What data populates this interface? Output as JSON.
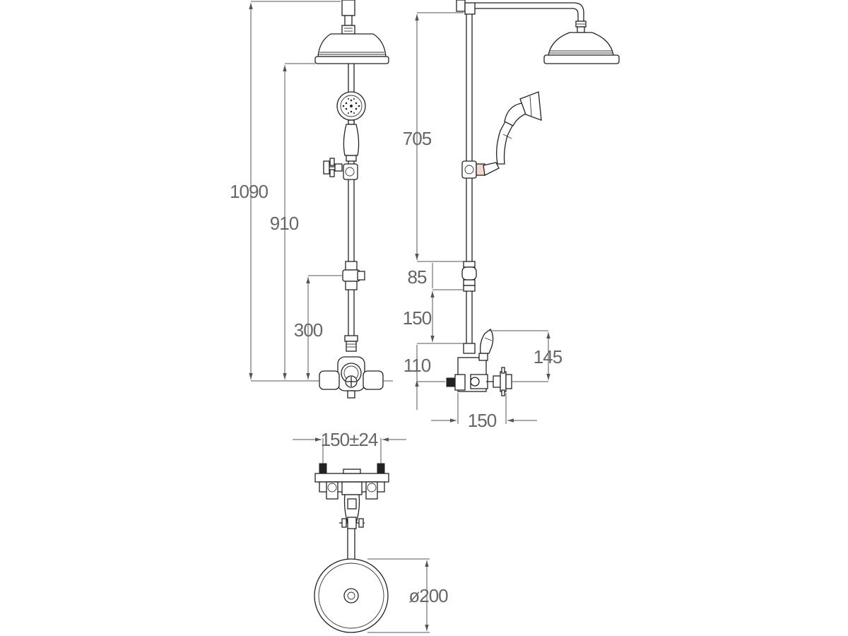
{
  "dimensions": {
    "front_total_height": "1090",
    "front_head_height": "910",
    "front_slider_height": "300",
    "side_rail_length": "705",
    "side_slider_gap": "85",
    "side_lower_gap": "150",
    "side_valve_height": "110",
    "side_handle_height": "145",
    "side_projection": "150",
    "top_centres": "150±24",
    "top_head_diameter": "ø200"
  }
}
